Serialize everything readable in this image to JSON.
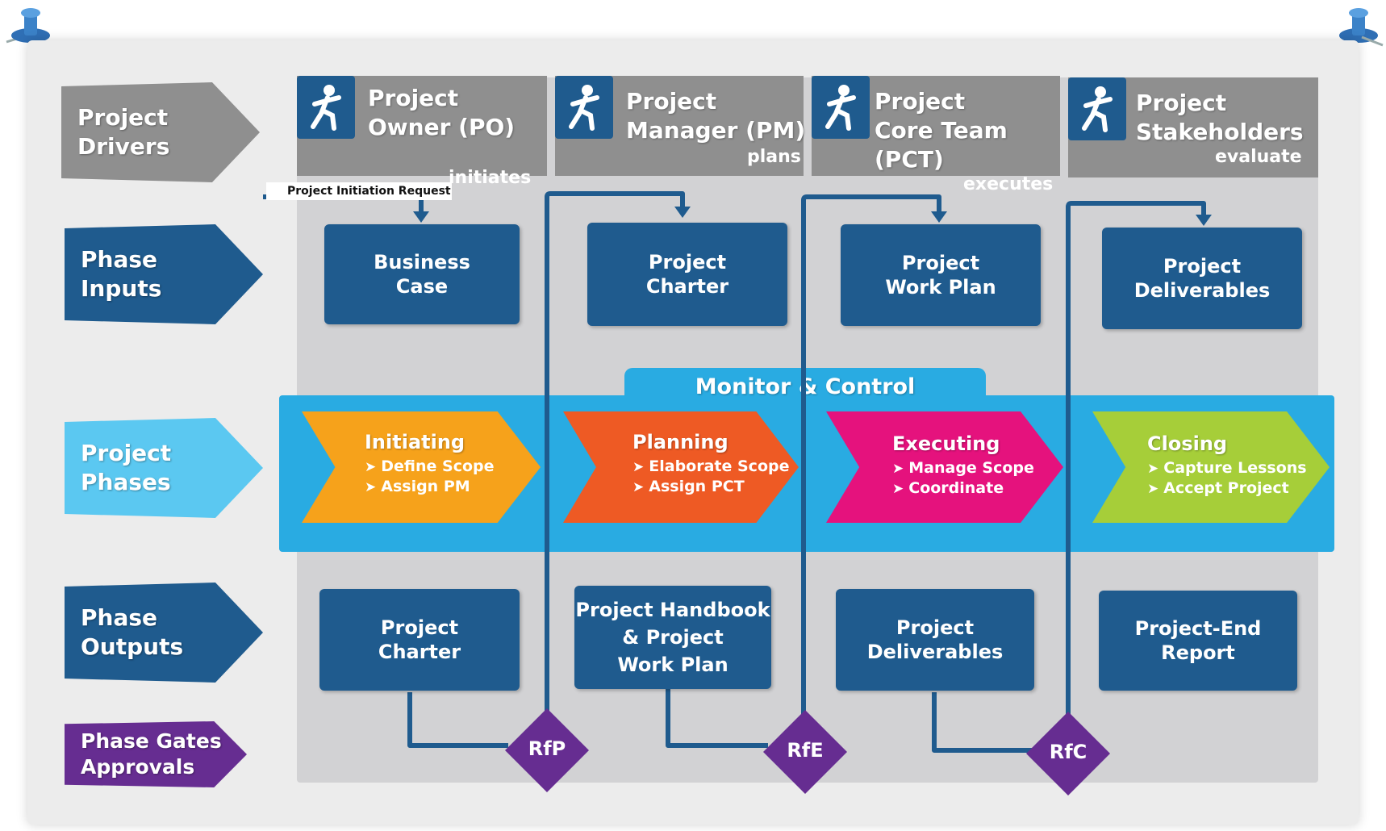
{
  "rows": {
    "drivers": "Project\nDrivers",
    "inputs": "Phase\nInputs",
    "phases": "Project\nPhases",
    "outputs": "Phase\nOutputs",
    "gates": "Phase Gates\nApprovals"
  },
  "roles": [
    {
      "title": "Project\nOwner (PO)",
      "verb": "initiates"
    },
    {
      "title": "Project\nManager (PM)",
      "verb": "plans"
    },
    {
      "title": "Project\nCore Team\n(PCT)",
      "verb": "executes"
    },
    {
      "title": "Project\nStakeholders",
      "verb": "evaluate"
    }
  ],
  "initiation_request": "Project Initiation Request",
  "inputs": [
    "Business\nCase",
    "Project\nCharter",
    "Project\nWork Plan",
    "Project\nDeliverables"
  ],
  "monitor_control": "Monitor & Control",
  "phases": [
    {
      "title": "Initiating",
      "bullets": [
        "Define Scope",
        "Assign PM"
      ],
      "color": "#f6a21b"
    },
    {
      "title": "Planning",
      "bullets": [
        "Elaborate Scope",
        "Assign PCT"
      ],
      "color": "#ee5a24"
    },
    {
      "title": "Executing",
      "bullets": [
        "Manage Scope",
        "Coordinate"
      ],
      "color": "#e5127d"
    },
    {
      "title": "Closing",
      "bullets": [
        "Capture Lessons",
        "Accept Project"
      ],
      "color": "#a6ce39"
    }
  ],
  "outputs": [
    "Project\nCharter",
    "Project Handbook\n& Project\nWork Plan",
    "Project\nDeliverables",
    "Project-End\nReport"
  ],
  "gates": [
    "RfP",
    "RfE",
    "RfC"
  ],
  "colors": {
    "navy": "#1f5b8e",
    "gray_header": "#8f8f8f",
    "column_bg": "#d2d2d4",
    "band_blue": "#29abe2",
    "light_blue": "#5bc8f1",
    "purple": "#662d91",
    "pin_blue": "#2f6fb5"
  },
  "icons": [
    "pushpin-icon",
    "person-running-icon",
    "chevron-bullet-icon"
  ]
}
